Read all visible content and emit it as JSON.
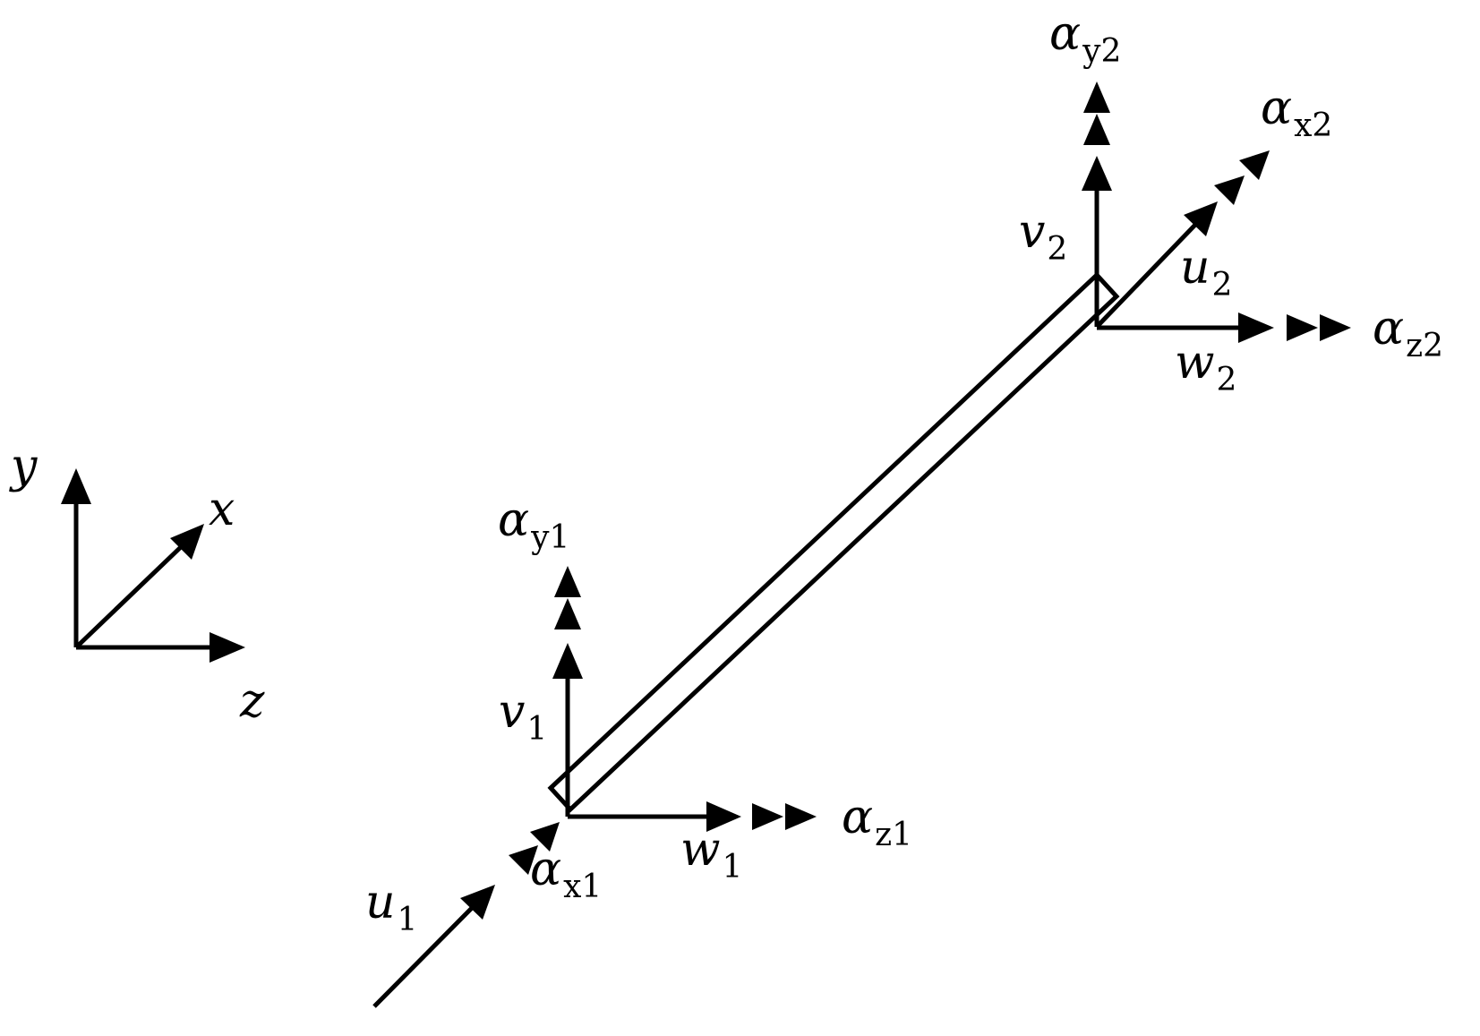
{
  "axes": {
    "y": "y",
    "x": "x",
    "z": "z"
  },
  "node1": {
    "v": {
      "base": "v",
      "sub": "1"
    },
    "alpha_y": {
      "base": "α",
      "sub": "y1"
    },
    "w": {
      "base": "w",
      "sub": "1"
    },
    "alpha_z": {
      "base": "α",
      "sub": "z1"
    },
    "u": {
      "base": "u",
      "sub": "1"
    },
    "alpha_x": {
      "base": "α",
      "sub": "x1"
    }
  },
  "node2": {
    "v": {
      "base": "v",
      "sub": "2"
    },
    "alpha_y": {
      "base": "α",
      "sub": "y2"
    },
    "w": {
      "base": "w",
      "sub": "2"
    },
    "alpha_z": {
      "base": "α",
      "sub": "z2"
    },
    "u": {
      "base": "u",
      "sub": "2"
    },
    "alpha_x": {
      "base": "α",
      "sub": "x2"
    }
  }
}
